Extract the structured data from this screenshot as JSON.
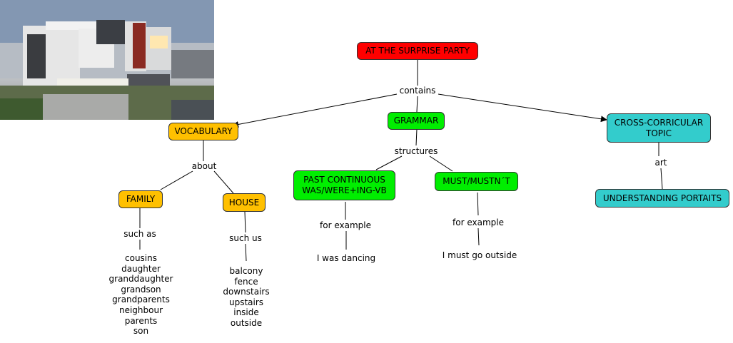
{
  "nodes": {
    "root": "AT THE SURPRISE PARTY",
    "vocabulary": "VOCABULARY",
    "grammar": "GRAMMAR",
    "cross": "CROSS-CORRICULAR TOPIC",
    "family": "FAMILY",
    "house": "HOUSE",
    "past": "PAST CONTINUOUS WAS/WERE+ING-VB",
    "must": "MUST/MUSTN´T",
    "portraits": "UNDERSTANDING PORTAITS"
  },
  "links": {
    "contains": "contains",
    "about": "about",
    "structures": "structures",
    "art": "art",
    "such_as": "such as",
    "such_us": "such us",
    "for_example_1": "for example",
    "for_example_2": "for example"
  },
  "leaves": {
    "family_words": [
      "cousins",
      "daughter",
      "granddaughter",
      "grandson",
      "grandparents",
      "neighbour",
      "parents",
      "son"
    ],
    "house_words": [
      "balcony",
      "fence",
      "downstairs",
      "upstairs",
      "inside",
      "outside"
    ],
    "past_example": "I was dancing",
    "must_example": "I must go outside"
  },
  "colors": {
    "root": "#ff0000",
    "grammar": "#00ee00",
    "vocabulary": "#ffc000",
    "cross": "#33cccc"
  }
}
